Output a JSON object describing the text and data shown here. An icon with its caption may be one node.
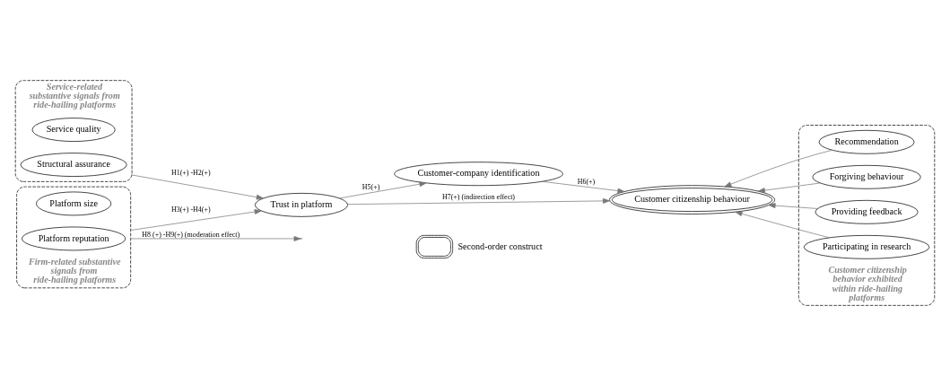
{
  "diagram": {
    "nodes": [
      {
        "text": [
          "Service-related substantive signals from ride-hailing platforms"
        ]
      },
      {
        "text": [
          "Service quality"
        ],
        "in": 0
      },
      {
        "text": [
          "Structural assurance"
        ],
        "in": 0
      },
      {
        "text": [
          "Firm-related substantive signals from ride-hailing platforms"
        ]
      },
      {
        "text": [
          "Platform size"
        ],
        "in": 3
      },
      {
        "text": [
          "Platform reputation"
        ],
        "in": 3
      },
      {
        "text": [
          "Trust in platform"
        ]
      },
      {
        "text": [
          "Customer-company identification"
        ]
      },
      {
        "text": [
          "Customer citizenship behaviour"
        ]
      },
      {
        "text": [
          "Customer citizenship behavior exhibited within ride-hailing platforms"
        ]
      },
      {
        "text": [
          "Recommendation"
        ],
        "in": 9
      },
      {
        "text": [
          "Forgiving behaviour"
        ],
        "in": 9
      },
      {
        "text": [
          "Providing feedback"
        ],
        "in": 9
      },
      {
        "text": [
          "Participating in research"
        ],
        "in": 9
      }
    ],
    "edges": [
      {
        "from": 0,
        "to": 6,
        "arrow": "to",
        "label": "H1(+) -H2(+)"
      },
      {
        "from": 3,
        "to": 6,
        "arrow": "to",
        "label": "H3(+) -H4(+)"
      },
      {
        "from": 6,
        "to": 7,
        "arrow": "to",
        "label": "H5(+)"
      },
      {
        "from": 7,
        "to": 8,
        "arrow": "to",
        "label": "H6(+)"
      },
      {
        "from": 6,
        "to": 8,
        "arrow": "to",
        "label": "H7(+) (indirection effect)"
      },
      {
        "from": 3,
        "to": null,
        "arrow": "to",
        "label": "H8 (+) -H9(+) (moderation effect)"
      },
      {
        "from": 10,
        "to": 8,
        "arrow": "to"
      },
      {
        "from": 11,
        "to": 8,
        "arrow": "to"
      },
      {
        "from": 12,
        "to": 8,
        "arrow": "to"
      },
      {
        "from": 13,
        "to": 8,
        "arrow": "to"
      }
    ],
    "legend": [
      {
        "text": "Second-order construct"
      }
    ]
  }
}
